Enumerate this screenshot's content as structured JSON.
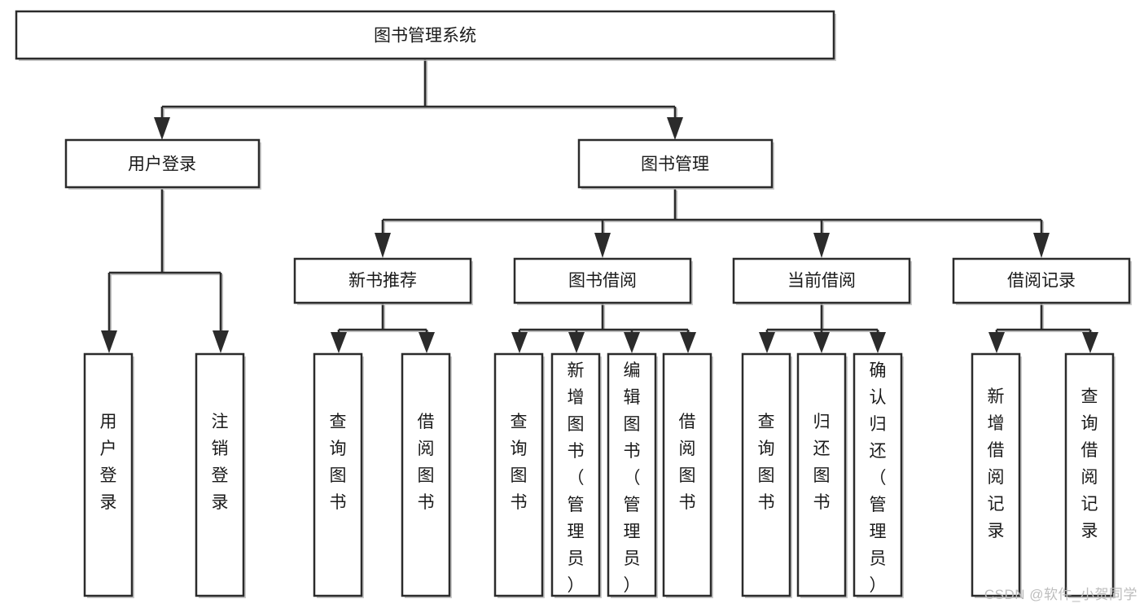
{
  "diagram": {
    "type": "tree-hierarchy",
    "title": "图书管理系统",
    "orientation": "top-down",
    "watermark": "CSDN @软件_小贺同学",
    "colors": {
      "box_fill": "#ffffff",
      "box_stroke": "#2b2b2b",
      "text": "#1a1a1a",
      "connector": "#2b2b2b",
      "shadow": "#b9b9b9",
      "watermark": "#bdbdbd",
      "background": "#ffffff"
    },
    "levels": {
      "root": {
        "label": "图书管理系统"
      },
      "level2": [
        {
          "label": "用户登录"
        },
        {
          "label": "图书管理"
        }
      ],
      "level3": [
        {
          "label": "新书推荐"
        },
        {
          "label": "图书借阅"
        },
        {
          "label": "当前借阅"
        },
        {
          "label": "借阅记录"
        }
      ],
      "leaves": {
        "user_login": [
          {
            "label": "用户登录"
          },
          {
            "label": "注销登录"
          }
        ],
        "new_book_recommend": [
          {
            "label": "查询图书"
          },
          {
            "label": "借阅图书"
          }
        ],
        "book_borrow": [
          {
            "label": "查询图书"
          },
          {
            "label": "新增图书（管理员）"
          },
          {
            "label": "编辑图书（管理员）"
          },
          {
            "label": "借阅图书"
          }
        ],
        "current_borrow": [
          {
            "label": "查询图书"
          },
          {
            "label": "归还图书"
          },
          {
            "label": "确认归还（管理员）"
          }
        ],
        "borrow_record": [
          {
            "label": "新增借阅记录"
          },
          {
            "label": "查询借阅记录"
          }
        ]
      }
    },
    "node_text": {
      "root": "图书管理系统",
      "n_user_login": "用户登录",
      "n_book_mgmt": "图书管理",
      "n_new_book": "新书推荐",
      "n_book_borrow": "图书借阅",
      "n_current_borrow": "当前借阅",
      "n_borrow_record": "借阅记录",
      "leaf_user_login_1": "用户登录",
      "leaf_user_login_2": "注销登录",
      "leaf_newbook_1": "查询图书",
      "leaf_newbook_2": "借阅图书",
      "leaf_borrow_1": "查询图书",
      "leaf_borrow_2": "新增图书（管理员）",
      "leaf_borrow_3": "编辑图书（管理员）",
      "leaf_borrow_4": "借阅图书",
      "leaf_current_1": "查询图书",
      "leaf_current_2": "归还图书",
      "leaf_current_3": "确认归还（管理员）",
      "leaf_record_1": "新增借阅记录",
      "leaf_record_2": "查询借阅记录"
    }
  }
}
